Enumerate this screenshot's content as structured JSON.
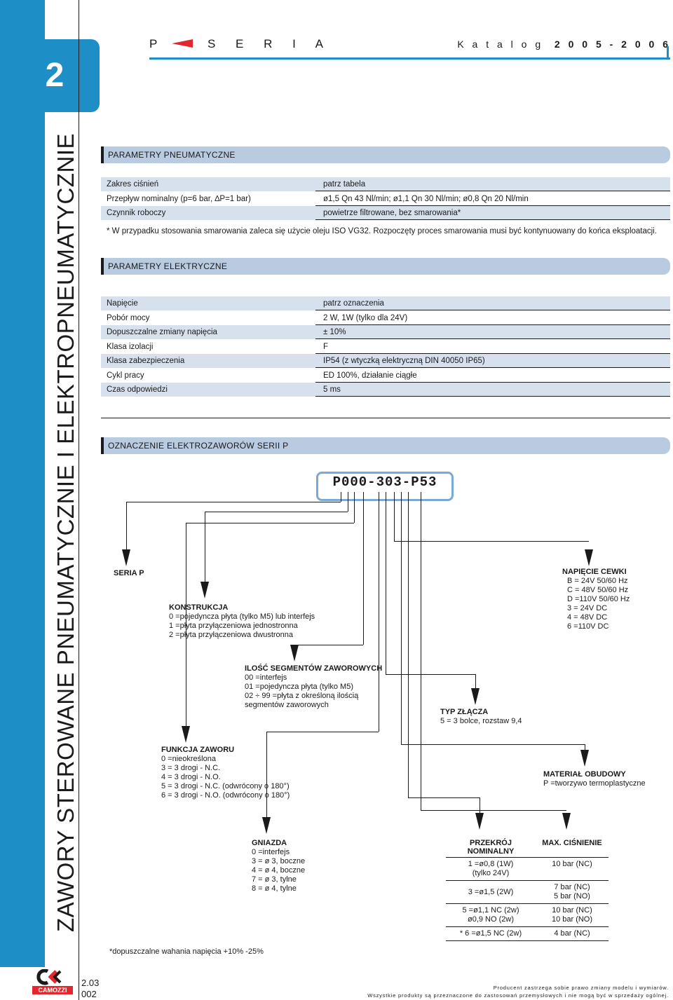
{
  "sidebar": {
    "tab_number": "2",
    "vertical_title": "ZAWORY STEROWANE PNEUMATYCZNIE I ELEKTROPNEUMATYCZNIE",
    "page_section": "2.03",
    "page_number": "002",
    "logo_text": "CAMOZZI"
  },
  "header": {
    "series_letter": "P",
    "series_word": "S E R I A",
    "catalog_label": "K a t a l o g",
    "catalog_years": "2 0 0 5  -  2 0 0 6"
  },
  "pneumatic": {
    "title": "PARAMETRY PNEUMATYCZNE",
    "rows": [
      {
        "label": "Zakres ciśnień",
        "value": "patrz tabela"
      },
      {
        "label": "Przepływ nominalny (p=6 bar, ∆P=1 bar)",
        "value": "ø1,5 Qn 43 Nl/min; ø1,1 Qn 30 Nl/min; ø0,8 Qn 20 Nl/min"
      },
      {
        "label": "Czynnik roboczy",
        "value": "powietrze filtrowane, bez smarowania*"
      }
    ],
    "note": "* W przypadku stosowania smarowania zaleca się użycie oleju ISO VG32. Rozpoczęty proces smarowania musi być kontynuowany do końca eksploatacji."
  },
  "electric": {
    "title": "PARAMETRY ELEKTRYCZNE",
    "rows": [
      {
        "label": "Napięcie",
        "value": "patrz oznaczenia"
      },
      {
        "label": "Pobór mocy",
        "value": "2 W, 1W (tylko dla 24V)"
      },
      {
        "label": "Dopuszczalne zmiany napięcia",
        "value": "± 10%"
      },
      {
        "label": "Klasa izolacji",
        "value": "F"
      },
      {
        "label": "Klasa zabezpieczenia",
        "value": "IP54 (z wtyczką elektryczną DIN 40050 IP65)"
      },
      {
        "label": "Cykl pracy",
        "value": "ED 100%, działanie ciągłe"
      },
      {
        "label": "Czas odpowiedzi",
        "value": "5 ms"
      }
    ]
  },
  "designation": {
    "title": "OZNACZENIE ELEKTROZAWORÓW SERII P",
    "code": "P000-303-P53",
    "seria": {
      "title": "SERIA P"
    },
    "konstrukcja": {
      "title": "KONSTRUKCJA",
      "lines": [
        "0 =pojedyncza płyta (tylko M5) lub interfejs",
        "1 =płyta przyłączeniowa jednostronna",
        "2 =płyta przyłączeniowa dwustronna"
      ]
    },
    "ilosc": {
      "title": "ILOŚĆ SEGMENTÓW ZAWOROWYCH",
      "lines": [
        "00 =interfejs",
        "01 =pojedyncza płyta (tylko M5)",
        "02 ÷ 99 =płyta z określoną ilością",
        "segmentów zaworowych"
      ]
    },
    "funkcja": {
      "title": "FUNKCJA ZAWORU",
      "lines": [
        "0 =nieokreślona",
        "3 = 3 drogi - N.C.",
        "4 = 3 drogi - N.O.",
        "5 = 3 drogi - N.C. (odwrócony o 180°)",
        "6 = 3 drogi - N.O. (odwrócony o 180°)"
      ]
    },
    "gniazda": {
      "title": "GNIAZDA",
      "lines": [
        "0 =interfejs",
        "3 = ø 3, boczne",
        "4 = ø 4, boczne",
        "7 = ø 3, tylne",
        "8 = ø 4, tylne"
      ]
    },
    "typ_zlacza": {
      "title": "TYP ZŁĄCZA",
      "lines": [
        "5 = 3 bolce, rozstaw 9,4"
      ]
    },
    "napiecie": {
      "title": "NAPIĘCIE CEWKI",
      "lines": [
        "B = 24V 50/60 Hz",
        "C = 48V 50/60 Hz",
        "D =110V 50/60 Hz",
        "3 = 24V DC",
        "4 = 48V DC",
        "6 =110V DC"
      ]
    },
    "material": {
      "title": "MATERIAŁ OBUDOWY",
      "lines": [
        "P =tworzywo termoplastyczne"
      ]
    },
    "table": {
      "col1": "PRZEKRÓJ NOMINALNY",
      "col2": "MAX. CIŚNIENIE",
      "rows": [
        {
          "a": "1 =ø0,8 (1W)",
          "a2": "(tylko 24V)",
          "b": "10 bar (NC)",
          "b2": ""
        },
        {
          "a": "3 =ø1,5 (2W)",
          "a2": "",
          "b": "7 bar (NC)",
          "b2": "5 bar (NO)"
        },
        {
          "a": "5 =ø1,1 NC (2w)",
          "a2": "ø0,9 NO (2w)",
          "b": "10 bar (NC)",
          "b2": "10 bar (NO)"
        },
        {
          "a": "* 6 =ø1,5 NC (2w)",
          "a2": "",
          "b": "4 bar (NC)",
          "b2": ""
        }
      ]
    },
    "footnote": "*dopuszczalne wahania napięcia +10% -25%"
  },
  "footer": {
    "line1": "Producent zastrzega sobie prawo zmiany modelu i wymiarów.",
    "line2": "Wszystkie produkty są przeznaczone do zastosowań przemysłowych i nie mogą być w sprzedaży ogólnej."
  }
}
